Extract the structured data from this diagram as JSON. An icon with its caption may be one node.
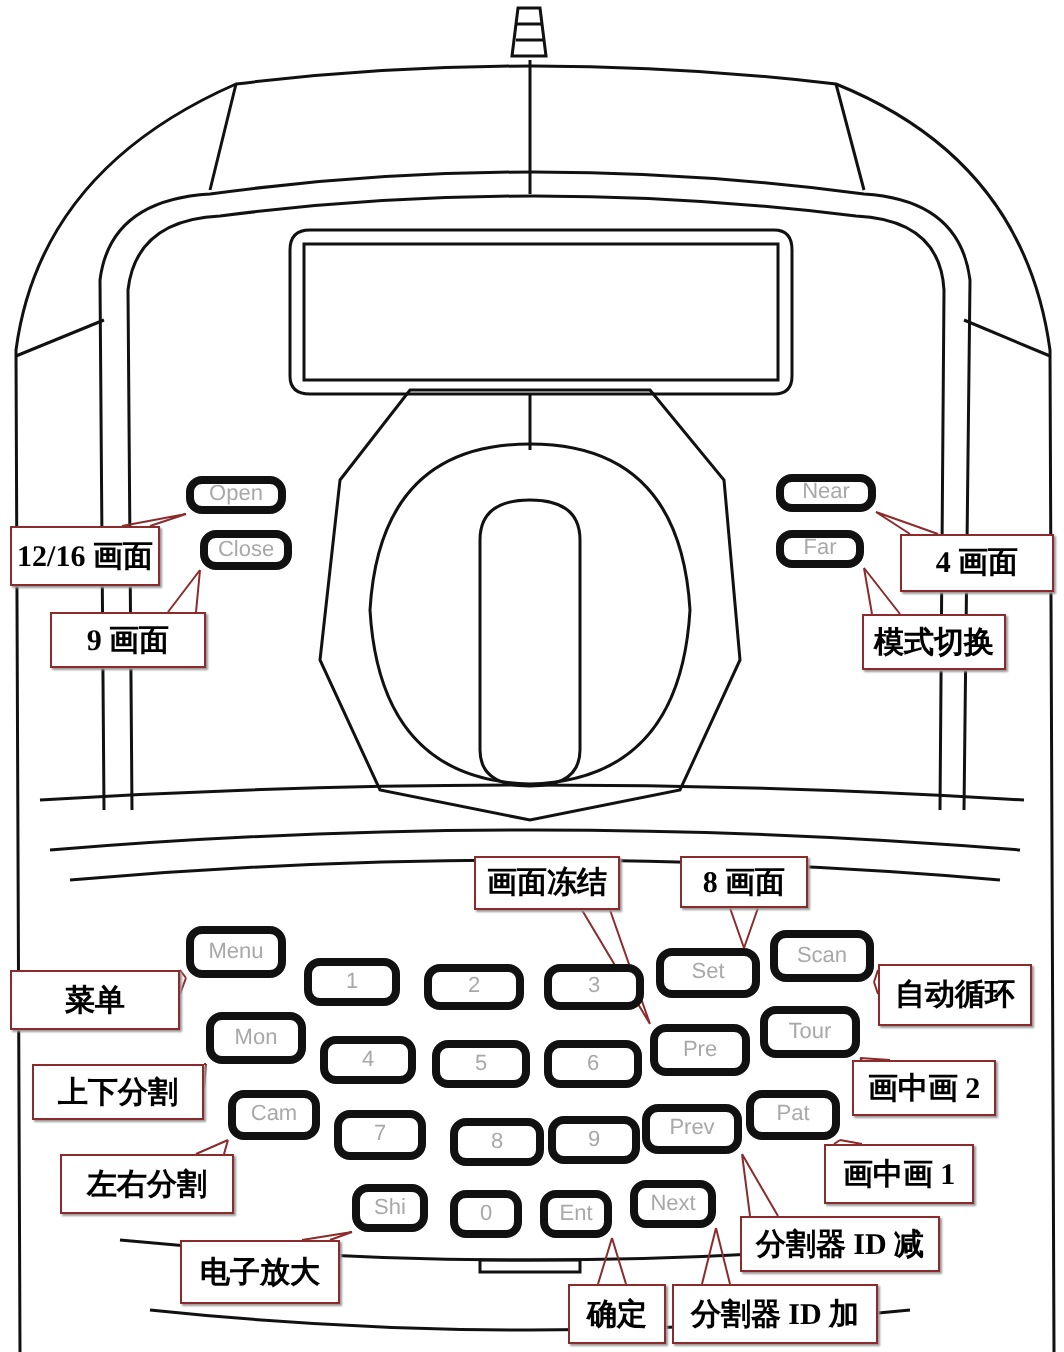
{
  "diagram": {
    "nodes": [
      {
        "text": [
          "Open"
        ]
      },
      {
        "text": [
          "Close"
        ]
      },
      {
        "text": [
          "Near"
        ]
      },
      {
        "text": [
          "Far"
        ]
      },
      {
        "text": [
          "Menu"
        ]
      },
      {
        "text": [
          "1"
        ]
      },
      {
        "text": [
          "2"
        ]
      },
      {
        "text": [
          "3"
        ]
      },
      {
        "text": [
          "Set"
        ]
      },
      {
        "text": [
          "Scan"
        ]
      },
      {
        "text": [
          "Mon"
        ]
      },
      {
        "text": [
          "4"
        ]
      },
      {
        "text": [
          "5"
        ]
      },
      {
        "text": [
          "6"
        ]
      },
      {
        "text": [
          "Pre"
        ]
      },
      {
        "text": [
          "Tour"
        ]
      },
      {
        "text": [
          "Cam"
        ]
      },
      {
        "text": [
          "7"
        ]
      },
      {
        "text": [
          "8"
        ]
      },
      {
        "text": [
          "9"
        ]
      },
      {
        "text": [
          "Prev"
        ]
      },
      {
        "text": [
          "Pat"
        ]
      },
      {
        "text": [
          "Shi"
        ]
      },
      {
        "text": [
          "0"
        ]
      },
      {
        "text": [
          "Ent"
        ]
      },
      {
        "text": [
          "Next"
        ]
      },
      {
        "text": [
          "12/16 画面"
        ]
      },
      {
        "text": [
          "4 画面"
        ]
      },
      {
        "text": [
          "9 画面"
        ]
      },
      {
        "text": [
          "模式切换"
        ]
      },
      {
        "text": [
          "画面冻结"
        ]
      },
      {
        "text": [
          "8 画面"
        ]
      },
      {
        "text": [
          "菜单"
        ]
      },
      {
        "text": [
          "自动循环"
        ]
      },
      {
        "text": [
          "上下分割"
        ]
      },
      {
        "text": [
          "画中画 2"
        ]
      },
      {
        "text": [
          "左右分割"
        ]
      },
      {
        "text": [
          "画中画 1"
        ]
      },
      {
        "text": [
          "分割器 ID 减"
        ]
      },
      {
        "text": [
          "电子放大"
        ]
      },
      {
        "text": [
          "确定"
        ]
      },
      {
        "text": [
          "分割器 ID 加"
        ]
      }
    ],
    "edges": [
      {
        "from": 26,
        "to": 0,
        "arrow": "none"
      },
      {
        "from": 27,
        "to": 2,
        "arrow": "none"
      },
      {
        "from": 28,
        "to": 1,
        "arrow": "none"
      },
      {
        "from": 29,
        "to": 3,
        "arrow": "none"
      },
      {
        "from": 30,
        "to": 14,
        "arrow": "none"
      },
      {
        "from": 31,
        "to": 8,
        "arrow": "none"
      },
      {
        "from": 32,
        "to": 4,
        "arrow": "none"
      },
      {
        "from": 33,
        "to": 9,
        "arrow": "none"
      },
      {
        "from": 34,
        "to": 10,
        "arrow": "none"
      },
      {
        "from": 35,
        "to": 15,
        "arrow": "none"
      },
      {
        "from": 36,
        "to": 16,
        "arrow": "none"
      },
      {
        "from": 37,
        "to": 21,
        "arrow": "none"
      },
      {
        "from": 38,
        "to": 20,
        "arrow": "none"
      },
      {
        "from": 39,
        "to": 22,
        "arrow": "none"
      },
      {
        "from": 40,
        "to": 24,
        "arrow": "none"
      },
      {
        "from": 41,
        "to": 25,
        "arrow": "none"
      }
    ]
  }
}
